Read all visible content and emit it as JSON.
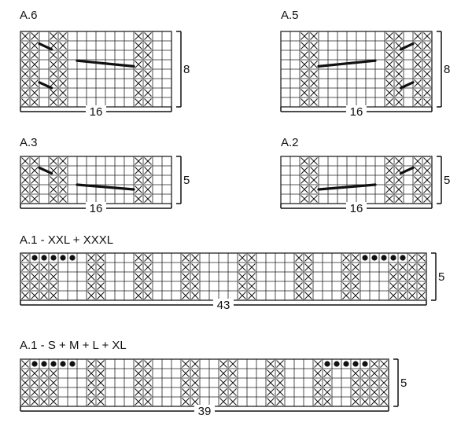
{
  "charts": [
    {
      "id": "a6",
      "title": "A.6",
      "width_label": "16",
      "height_label": "8",
      "cols": 16,
      "rows": 8,
      "cross_columns": [
        0,
        1,
        3,
        4,
        12,
        13
      ],
      "dot_cells": [],
      "cables": [
        {
          "from": [
            2.0,
            1.3
          ],
          "to": [
            3.3,
            1.9
          ]
        },
        {
          "from": [
            2.0,
            5.4
          ],
          "to": [
            3.3,
            6.0
          ]
        },
        {
          "from": [
            6.0,
            3.1
          ],
          "to": [
            12.0,
            3.7
          ]
        }
      ],
      "bracket": "right"
    },
    {
      "id": "a5",
      "title": "A.5",
      "width_label": "16",
      "height_label": "8",
      "cols": 16,
      "rows": 8,
      "cross_columns": [
        2,
        3,
        11,
        12,
        14,
        15
      ],
      "dot_cells": [],
      "cables": [
        {
          "from": [
            12.7,
            1.9
          ],
          "to": [
            14.0,
            1.3
          ]
        },
        {
          "from": [
            12.7,
            6.0
          ],
          "to": [
            14.0,
            5.4
          ]
        },
        {
          "from": [
            4.0,
            3.7
          ],
          "to": [
            10.0,
            3.1
          ]
        }
      ],
      "bracket": "right"
    },
    {
      "id": "a3",
      "title": "A.3",
      "width_label": "16",
      "height_label": "5",
      "cols": 16,
      "rows": 5,
      "cross_columns": [
        0,
        1,
        3,
        4,
        12,
        13
      ],
      "dot_cells": [],
      "cables": [
        {
          "from": [
            2.0,
            1.2
          ],
          "to": [
            3.3,
            1.8
          ]
        },
        {
          "from": [
            6.0,
            3.0
          ],
          "to": [
            12.0,
            3.5
          ]
        }
      ],
      "bracket": "right"
    },
    {
      "id": "a2",
      "title": "A.2",
      "width_label": "16",
      "height_label": "5",
      "cols": 16,
      "rows": 5,
      "cross_columns": [
        2,
        3,
        11,
        12,
        14,
        15
      ],
      "dot_cells": [],
      "cables": [
        {
          "from": [
            12.7,
            1.8
          ],
          "to": [
            14.0,
            1.2
          ]
        },
        {
          "from": [
            4.0,
            3.5
          ],
          "to": [
            10.0,
            3.0
          ]
        }
      ],
      "bracket": "right"
    },
    {
      "id": "a1_large",
      "title": "A.1 - XXL + XXXL",
      "width_label": "43",
      "height_label": "5",
      "cols": 43,
      "rows": 5,
      "cross_columns": [
        0,
        1,
        2,
        3,
        7,
        8,
        12,
        13,
        17,
        18,
        23,
        24,
        29,
        30,
        34,
        35,
        39,
        40,
        41,
        42
      ],
      "dot_cells": [
        [
          0,
          1
        ],
        [
          0,
          2
        ],
        [
          0,
          3
        ],
        [
          0,
          4
        ],
        [
          0,
          5
        ],
        [
          0,
          36
        ],
        [
          0,
          37
        ],
        [
          0,
          38
        ],
        [
          0,
          39
        ],
        [
          0,
          40
        ]
      ],
      "cables": [],
      "bracket": "right"
    },
    {
      "id": "a1_small",
      "title": "A.1 - S + M + L + XL",
      "width_label": "39",
      "height_label": "5",
      "cols": 39,
      "rows": 5,
      "cross_columns": [
        0,
        1,
        2,
        3,
        7,
        8,
        12,
        13,
        17,
        18,
        21,
        22,
        26,
        27,
        31,
        32,
        35,
        36,
        37,
        38
      ],
      "dot_cells": [
        [
          0,
          1
        ],
        [
          0,
          2
        ],
        [
          0,
          3
        ],
        [
          0,
          4
        ],
        [
          0,
          5
        ],
        [
          0,
          32
        ],
        [
          0,
          33
        ],
        [
          0,
          34
        ],
        [
          0,
          35
        ],
        [
          0,
          36
        ]
      ],
      "cables": [],
      "bracket": "right"
    }
  ]
}
